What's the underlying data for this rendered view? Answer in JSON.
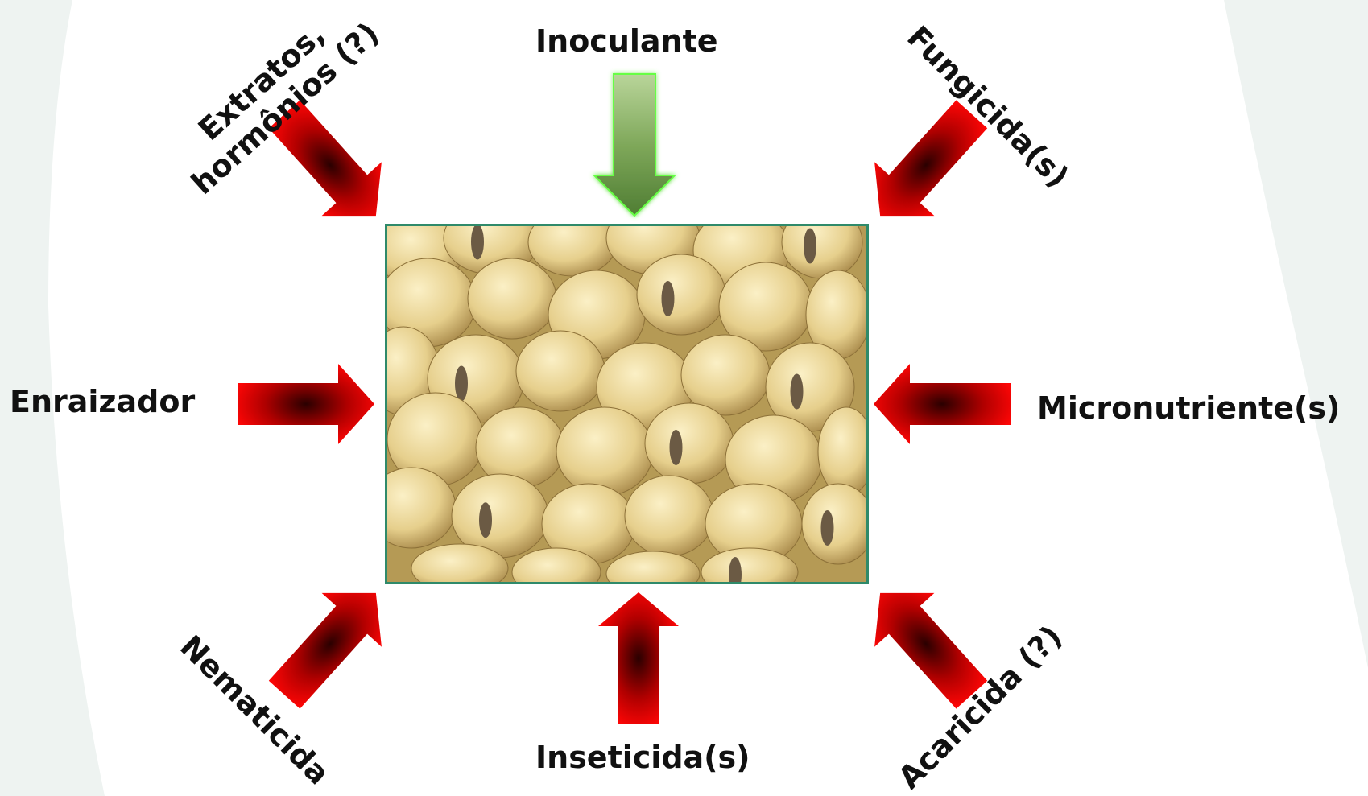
{
  "labels": {
    "inoculante": "Inoculante",
    "extratos_line1": "Extratos,",
    "extratos_line2": "hormônios (?)",
    "fungicida": "Fungicida(s)",
    "enraizador": "Enraizador",
    "micronutriente": "Micronutriente(s)",
    "nematicida": "Nematicida",
    "inseticida": "Inseticida(s)",
    "acaricida": "Acaricida (?)"
  },
  "colors": {
    "background_light": "#eef3f1",
    "canvas": "#ffffff",
    "arrow_red": "#ff0000",
    "arrow_dark": "#3a0000",
    "arrow_green_light": "#a8c98a",
    "arrow_green_dark": "#5c8a3a",
    "photo_border": "#2f8a6a"
  },
  "center_image": {
    "description_icon": "soybean-seeds-photo"
  }
}
